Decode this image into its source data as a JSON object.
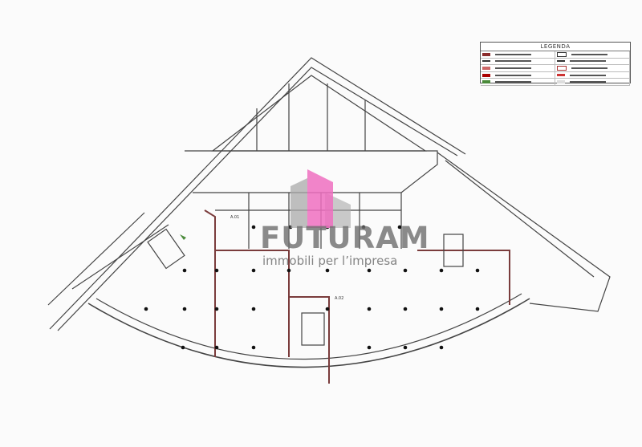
{
  "legend": {
    "title": "LEGENDA",
    "rows": 5,
    "columns": 2
  },
  "rooms": [
    {
      "label": "A.01"
    },
    {
      "label": "A.02"
    }
  ],
  "logo": {
    "brand": "FUTURAM",
    "tagline": "immobili per l’impresa",
    "colors": {
      "pink": "#ee6fbf",
      "gray": "#a9a9a9"
    }
  }
}
